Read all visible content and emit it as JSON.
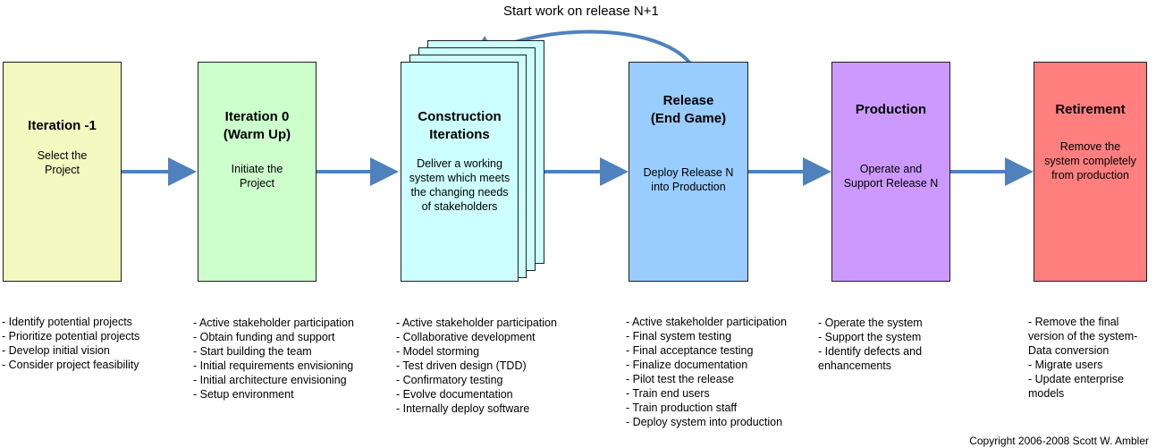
{
  "loop_label": "Start work on release N+1",
  "copyright": "Copyright 2006-2008 Scott W. Ambler",
  "phases": [
    {
      "title_lines": [
        "Iteration -1"
      ],
      "desc_lines": [
        "Select the",
        "Project"
      ],
      "color": "#f3f7c0",
      "activities": [
        "- Identify potential projects",
        "- Prioritize potential projects",
        "- Develop initial vision",
        "- Consider project feasibility"
      ]
    },
    {
      "title_lines": [
        "Iteration 0",
        "(Warm Up)"
      ],
      "desc_lines": [
        "Initiate the",
        "Project"
      ],
      "color": "#ccffcc",
      "activities": [
        "- Active stakeholder participation",
        "- Obtain funding and support",
        "- Start building the team",
        "- Initial requirements envisioning",
        "- Initial architecture envisioning",
        "- Setup environment"
      ]
    },
    {
      "title_lines": [
        "Construction",
        "Iterations"
      ],
      "desc_lines": [
        "Deliver a working",
        "system which meets",
        "the changing needs",
        "of stakeholders"
      ],
      "color": "#ccffff",
      "activities": [
        "- Active stakeholder participation",
        "- Collaborative development",
        "- Model storming",
        "- Test driven design (TDD)",
        "- Confirmatory testing",
        "- Evolve documentation",
        "- Internally deploy software"
      ]
    },
    {
      "title_lines": [
        "Release",
        "(End Game)"
      ],
      "desc_lines": [
        "Deploy Release N",
        "into Production"
      ],
      "color": "#99ccff",
      "activities": [
        "- Active stakeholder participation",
        "- Final system testing",
        "- Final acceptance testing",
        "- Finalize documentation",
        "- Pilot test the release",
        "- Train end users",
        "- Train production staff",
        "- Deploy system into production"
      ]
    },
    {
      "title_lines": [
        "Production"
      ],
      "desc_lines": [
        "Operate and",
        "Support Release N"
      ],
      "color": "#cc99ff",
      "activities": [
        "- Operate the system",
        "- Support the system",
        "- Identify defects and",
        "enhancements"
      ]
    },
    {
      "title_lines": [
        "Retirement"
      ],
      "desc_lines": [
        "Remove the",
        "system completely",
        "from production"
      ],
      "color": "#ff7f7f",
      "activities": [
        "- Remove the final",
        "version of the system-",
        "Data conversion",
        "- Migrate users",
        "- Update enterprise",
        "models"
      ]
    }
  ]
}
